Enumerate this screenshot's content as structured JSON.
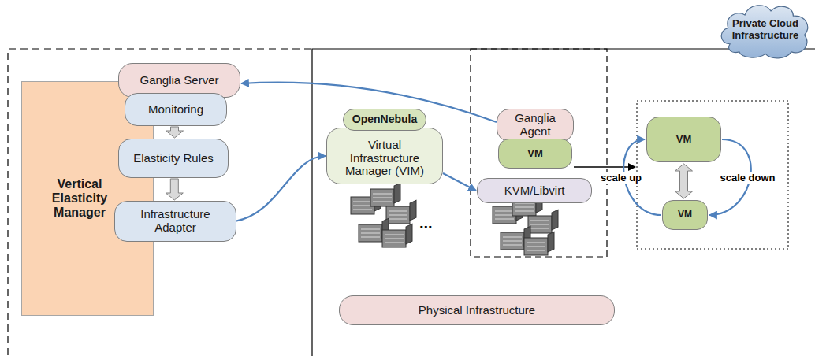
{
  "diagram": {
    "nodes": [
      {
        "text": [
          "Vertical Elasticity Manager"
        ]
      },
      {
        "text": [
          "Ganglia Server"
        ]
      },
      {
        "text": [
          "Monitoring"
        ]
      },
      {
        "text": [
          "Elasticity Rules"
        ]
      },
      {
        "text": [
          "Infrastructure Adapter"
        ]
      },
      {
        "text": [
          "Private Cloud Infrastructure"
        ]
      },
      {
        "text": [
          "OpenNebula"
        ]
      },
      {
        "text": [
          "Virtual Infrastructure Manager (VIM)"
        ]
      },
      {
        "text": [
          "Ganglia Agent"
        ]
      },
      {
        "text": [
          "VM"
        ]
      },
      {
        "text": [
          "KVM/Libvirt"
        ]
      },
      {
        "text": [
          "Physical Infrastructure"
        ]
      },
      {
        "text": [
          "VM"
        ]
      },
      {
        "text": [
          "VM"
        ]
      }
    ],
    "edges": [
      {
        "from": 8,
        "to": 1,
        "arrow": "to"
      },
      {
        "from": 2,
        "to": 3,
        "arrow": "to"
      },
      {
        "from": 3,
        "to": 4,
        "arrow": "to"
      },
      {
        "from": 4,
        "to": 7,
        "arrow": "to"
      },
      {
        "from": 7,
        "to": 10,
        "arrow": "to"
      },
      {
        "from": 13,
        "to": 12,
        "label": "scale up",
        "arrow": "to"
      },
      {
        "from": 12,
        "to": 13,
        "label": "scale down",
        "arrow": "to"
      },
      {
        "from": 12,
        "to": 13,
        "arrow": "both"
      }
    ],
    "labels": [
      "..."
    ]
  }
}
